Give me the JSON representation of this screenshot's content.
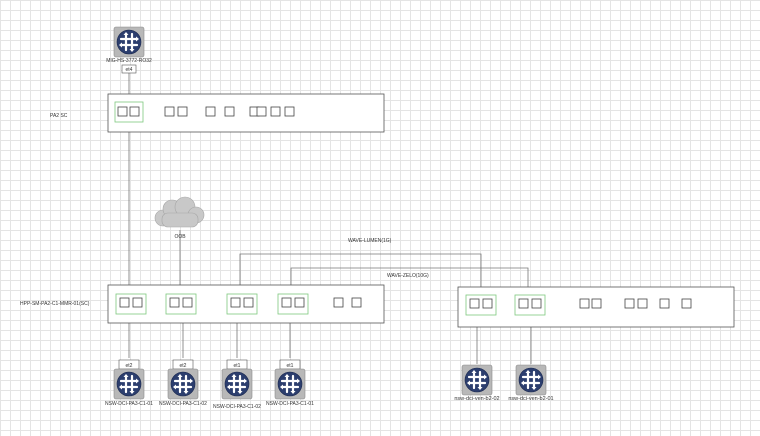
{
  "top_router": {
    "label": "MIG-HS-3772-RO32",
    "port": "et4"
  },
  "patch_top": {
    "label": "PA2 SC"
  },
  "cloud": {
    "label": "OOB"
  },
  "waves": {
    "lumen": "WAVE-LUMEN(1G)",
    "zayo": "WAVE-ZELO(10G)"
  },
  "patch_main": {
    "label": "HPP-SM-PA2-C1-MMR-01(SC)"
  },
  "bottom_routers": [
    {
      "port": "et2",
      "label": "NSW-DCI-PA3-C1-01"
    },
    {
      "port": "et2",
      "label": "NSW-DCI-PA3-C1-02"
    },
    {
      "port": "et1",
      "label": "NSW-DCI-PA3-C1-02"
    },
    {
      "port": "et1",
      "label": "NSW-DCI-PA3-C1-01"
    }
  ],
  "right_routers": [
    {
      "label": "nsw-dci-ven-b2-02"
    },
    {
      "label": "nsw-dci-ven-b2-01"
    }
  ],
  "colors": {
    "router_fill": "#2c3e6e",
    "router_frame": "#b8b8b8",
    "port_highlight": "#7ec87e",
    "wire": "#777777"
  },
  "icons": {
    "router": "juniper-router-icon",
    "cloud": "cloud-icon"
  }
}
